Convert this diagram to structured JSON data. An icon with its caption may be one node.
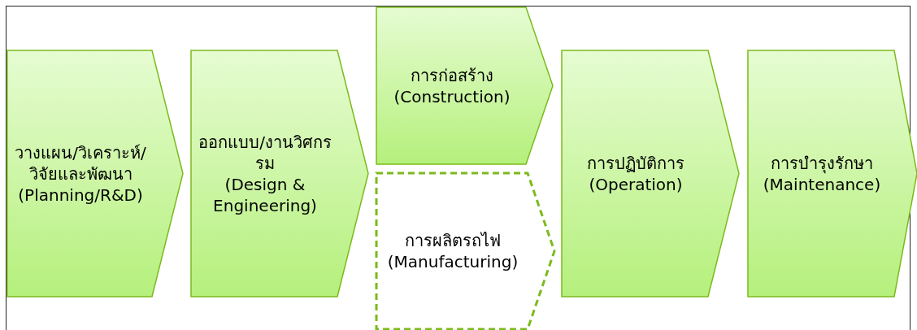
{
  "diagram": {
    "nodes": [
      {
        "text": [
          "วางแผน/วิเคราะห์/วิจัยและพัฒนา",
          "(Planning/R&D)"
        ]
      },
      {
        "text": [
          "ออกแบบ/งานวิศกรรม",
          "(Design & Engineering)"
        ]
      },
      {
        "text": [
          "การก่อสร้าง",
          "(Construction)"
        ]
      },
      {
        "text": [
          "การผลิตรถไฟ",
          "(Manufacturing)"
        ]
      },
      {
        "text": [
          "การปฏิบัติการ",
          "(Operation)"
        ]
      },
      {
        "text": [
          "การบำรุงรักษา",
          "(Maintenance)"
        ]
      }
    ]
  }
}
